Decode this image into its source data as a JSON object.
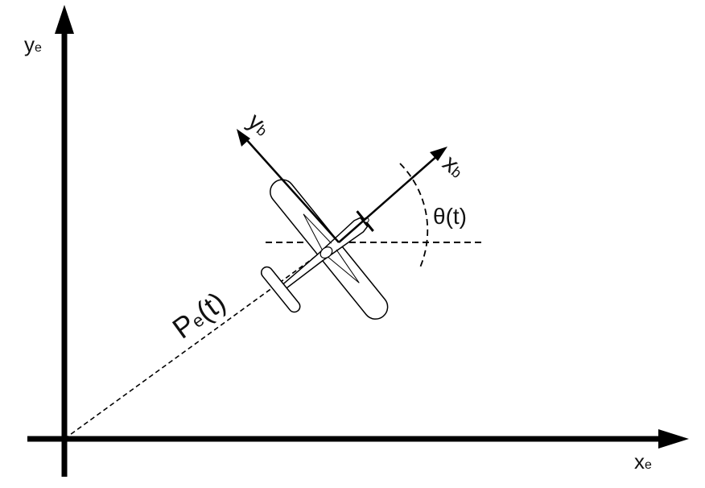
{
  "labels": {
    "earth_y_main": "y",
    "earth_y_sub": "e",
    "earth_x_main": "x",
    "earth_x_sub": "e",
    "body_y_main": "y",
    "body_y_sub": "b",
    "body_x_main": "x",
    "body_x_sub": "b",
    "angle": "θ(t)",
    "position_main": "P",
    "position_sub": "e",
    "position_arg": "(t)"
  },
  "colors": {
    "ink": "#000000",
    "background": "#ffffff"
  }
}
